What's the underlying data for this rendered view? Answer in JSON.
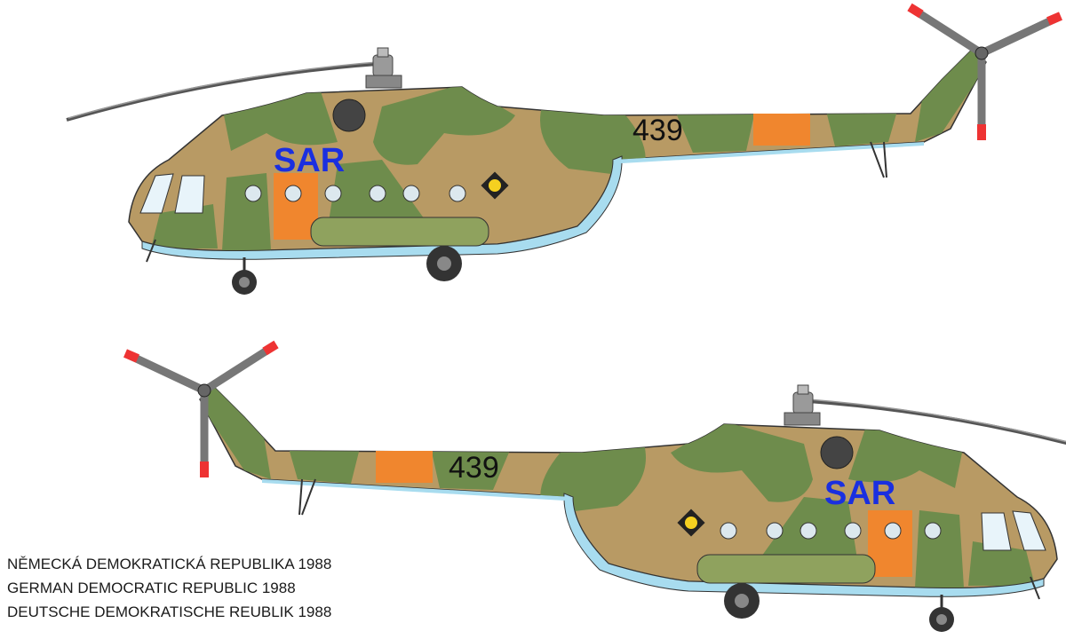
{
  "helicopters": [
    {
      "marking": "SAR",
      "serial": "439",
      "facing": "left"
    },
    {
      "marking": "SAR",
      "serial": "439",
      "facing": "right"
    }
  ],
  "captions": [
    "NĚMECKÁ DEMOKRATICKÁ REPUBLIKA 1988",
    "GERMAN DEMOCRATIC REPUBLIC 1988",
    "DEUTSCHE DEMOKRATISCHE REUBLIK 1988"
  ],
  "colors": {
    "camo_tan": "#b89a64",
    "camo_green": "#6e8c4c",
    "belly_blue": "#a8dcef",
    "sar_orange": "#f0862e",
    "sar_text": "#1a2fe0",
    "serial_text": "#111111"
  }
}
